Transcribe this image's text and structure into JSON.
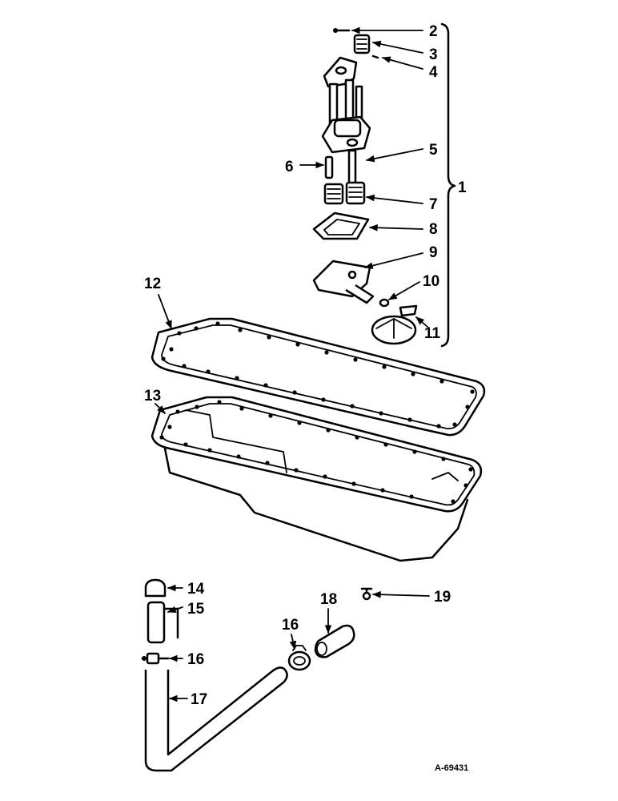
{
  "diagram": {
    "figure_code": "A-69431",
    "callouts": {
      "c1": "1",
      "c2": "2",
      "c3": "3",
      "c4": "4",
      "c5": "5",
      "c6": "6",
      "c7": "7",
      "c8": "8",
      "c9": "9",
      "c10": "10",
      "c11": "11",
      "c12": "12",
      "c13": "13",
      "c14": "14",
      "c15": "15",
      "c16a": "16",
      "c16b": "16",
      "c17": "17",
      "c18": "18",
      "c19": "19"
    }
  }
}
